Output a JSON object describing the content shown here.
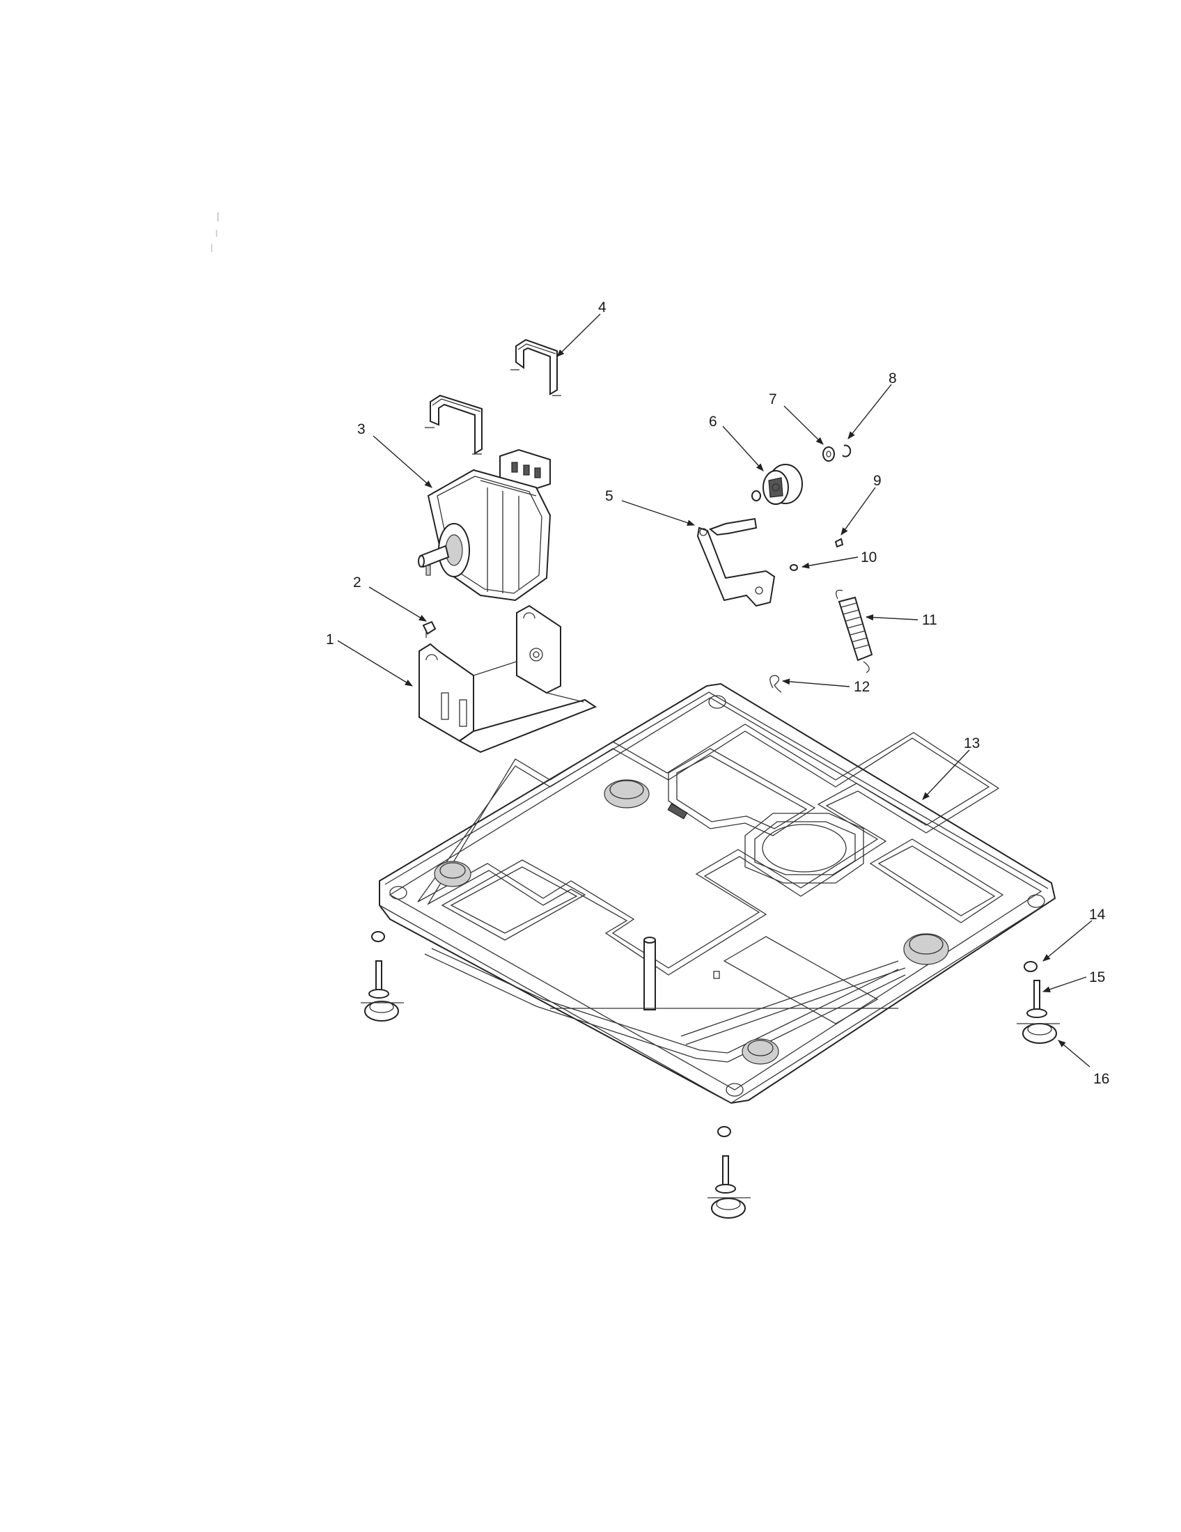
{
  "diagram": {
    "callouts": [
      {
        "number": "1"
      },
      {
        "number": "2"
      },
      {
        "number": "3"
      },
      {
        "number": "4"
      },
      {
        "number": "5"
      },
      {
        "number": "6"
      },
      {
        "number": "7"
      },
      {
        "number": "8"
      },
      {
        "number": "9"
      },
      {
        "number": "10"
      },
      {
        "number": "11"
      },
      {
        "number": "12"
      },
      {
        "number": "13"
      },
      {
        "number": "14"
      },
      {
        "number": "15"
      },
      {
        "number": "16"
      }
    ]
  }
}
